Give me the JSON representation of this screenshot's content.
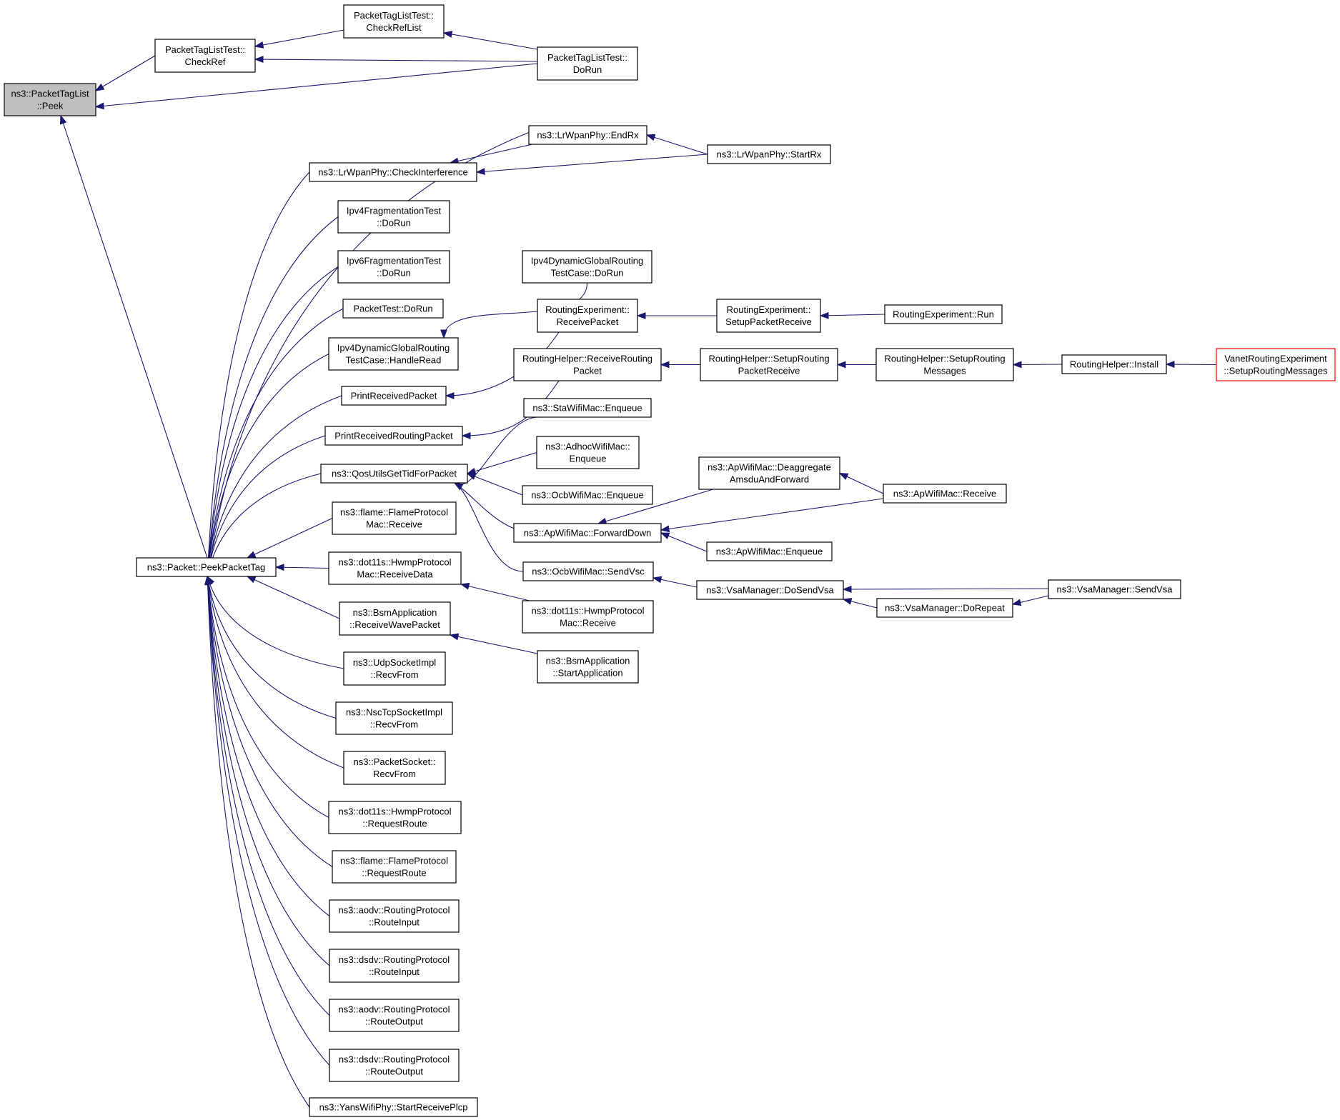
{
  "graph": {
    "type": "caller-graph",
    "colors": {
      "edge": "#191970",
      "node_border": "#000000",
      "root_fill": "#bfbfbf",
      "truncated_border": "#ff0000"
    },
    "nodes": [
      {
        "id": "peek",
        "lines": [
          "ns3::PacketTagList",
          "::Peek"
        ],
        "root": true
      },
      {
        "id": "checkref",
        "lines": [
          "PacketTagListTest::",
          "CheckRef"
        ]
      },
      {
        "id": "checkreflist",
        "lines": [
          "PacketTagListTest::",
          "CheckRefList"
        ]
      },
      {
        "id": "ptltdorun",
        "lines": [
          "PacketTagListTest::",
          "DoRun"
        ]
      },
      {
        "id": "endrx",
        "lines": [
          "ns3::LrWpanPhy::EndRx"
        ]
      },
      {
        "id": "startrx",
        "lines": [
          "ns3::LrWpanPhy::StartRx"
        ]
      },
      {
        "id": "checkinterference",
        "lines": [
          "ns3::LrWpanPhy::CheckInterference"
        ]
      },
      {
        "id": "ipv4frag",
        "lines": [
          "Ipv4FragmentationTest",
          "::DoRun"
        ]
      },
      {
        "id": "ipv6frag",
        "lines": [
          "Ipv6FragmentationTest",
          "::DoRun"
        ]
      },
      {
        "id": "packettest",
        "lines": [
          "PacketTest::DoRun"
        ]
      },
      {
        "id": "ipv4dynhandle",
        "lines": [
          "Ipv4DynamicGlobalRouting",
          "TestCase::HandleRead"
        ]
      },
      {
        "id": "ipv4dyndorun",
        "lines": [
          "Ipv4DynamicGlobalRouting",
          "TestCase::DoRun"
        ]
      },
      {
        "id": "printrecv",
        "lines": [
          "PrintReceivedPacket"
        ]
      },
      {
        "id": "rexprecv",
        "lines": [
          "RoutingExperiment::",
          "ReceivePacket"
        ]
      },
      {
        "id": "rexpsetup",
        "lines": [
          "RoutingExperiment::",
          "SetupPacketReceive"
        ]
      },
      {
        "id": "rexprun",
        "lines": [
          "RoutingExperiment::Run"
        ]
      },
      {
        "id": "printrouting",
        "lines": [
          "PrintReceivedRoutingPacket"
        ]
      },
      {
        "id": "rhrecv",
        "lines": [
          "RoutingHelper::ReceiveRouting",
          "Packet"
        ]
      },
      {
        "id": "rhsetuprecv",
        "lines": [
          "RoutingHelper::SetupRouting",
          "PacketReceive"
        ]
      },
      {
        "id": "rhsetupmsg",
        "lines": [
          "RoutingHelper::SetupRouting",
          "Messages"
        ]
      },
      {
        "id": "rhinstall",
        "lines": [
          "RoutingHelper::Install"
        ]
      },
      {
        "id": "vanet",
        "lines": [
          "VanetRoutingExperiment",
          "::SetupRoutingMessages"
        ],
        "truncated": true
      },
      {
        "id": "qosutils",
        "lines": [
          "ns3::QosUtilsGetTidForPacket"
        ]
      },
      {
        "id": "stawifi",
        "lines": [
          "ns3::StaWifiMac::Enqueue"
        ]
      },
      {
        "id": "adhocwifi",
        "lines": [
          "ns3::AdhocWifiMac::",
          "Enqueue"
        ]
      },
      {
        "id": "ocbenq",
        "lines": [
          "ns3::OcbWifiMac::Enqueue"
        ]
      },
      {
        "id": "apfwd",
        "lines": [
          "ns3::ApWifiMac::ForwardDown"
        ]
      },
      {
        "id": "apdeagg",
        "lines": [
          "ns3::ApWifiMac::Deaggregate",
          "AmsduAndForward"
        ]
      },
      {
        "id": "aprecv",
        "lines": [
          "ns3::ApWifiMac::Receive"
        ]
      },
      {
        "id": "apenq",
        "lines": [
          "ns3::ApWifiMac::Enqueue"
        ]
      },
      {
        "id": "ocbsendvsc",
        "lines": [
          "ns3::OcbWifiMac::SendVsc"
        ]
      },
      {
        "id": "vsadosend",
        "lines": [
          "ns3::VsaManager::DoSendVsa"
        ]
      },
      {
        "id": "vsarepeat",
        "lines": [
          "ns3::VsaManager::DoRepeat"
        ]
      },
      {
        "id": "vsasend",
        "lines": [
          "ns3::VsaManager::SendVsa"
        ]
      },
      {
        "id": "flamerecv",
        "lines": [
          "ns3::flame::FlameProtocol",
          "Mac::Receive"
        ]
      },
      {
        "id": "hwmprecvdata",
        "lines": [
          "ns3::dot11s::HwmpProtocol",
          "Mac::ReceiveData"
        ]
      },
      {
        "id": "hwmprecv",
        "lines": [
          "ns3::dot11s::HwmpProtocol",
          "Mac::Receive"
        ]
      },
      {
        "id": "bsmrecv",
        "lines": [
          "ns3::BsmApplication",
          "::ReceiveWavePacket"
        ]
      },
      {
        "id": "bsmstart",
        "lines": [
          "ns3::BsmApplication",
          "::StartApplication"
        ]
      },
      {
        "id": "udprecv",
        "lines": [
          "ns3::UdpSocketImpl",
          "::RecvFrom"
        ]
      },
      {
        "id": "nscrecv",
        "lines": [
          "ns3::NscTcpSocketImpl",
          "::RecvFrom"
        ]
      },
      {
        "id": "pktsockrecv",
        "lines": [
          "ns3::PacketSocket::",
          "RecvFrom"
        ]
      },
      {
        "id": "hwmpreq",
        "lines": [
          "ns3::dot11s::HwmpProtocol",
          "::RequestRoute"
        ]
      },
      {
        "id": "flamereq",
        "lines": [
          "ns3::flame::FlameProtocol",
          "::RequestRoute"
        ]
      },
      {
        "id": "aodvin",
        "lines": [
          "ns3::aodv::RoutingProtocol",
          "::RouteInput"
        ]
      },
      {
        "id": "dsdvin",
        "lines": [
          "ns3::dsdv::RoutingProtocol",
          "::RouteInput"
        ]
      },
      {
        "id": "aodvout",
        "lines": [
          "ns3::aodv::RoutingProtocol",
          "::RouteOutput"
        ]
      },
      {
        "id": "dsdvout",
        "lines": [
          "ns3::dsdv::RoutingProtocol",
          "::RouteOutput"
        ]
      },
      {
        "id": "yans",
        "lines": [
          "ns3::YansWifiPhy::StartReceivePlcp"
        ]
      },
      {
        "id": "peekpackettag",
        "lines": [
          "ns3::Packet::PeekPacketTag"
        ]
      }
    ],
    "edges": [
      {
        "from": "checkref",
        "to": "peek"
      },
      {
        "from": "ptltdorun",
        "to": "peek"
      },
      {
        "from": "peekpackettag",
        "to": "peek"
      },
      {
        "from": "checkreflist",
        "to": "checkref"
      },
      {
        "from": "ptltdorun",
        "to": "checkref"
      },
      {
        "from": "ptltdorun",
        "to": "checkreflist"
      },
      {
        "from": "startrx",
        "to": "endrx"
      },
      {
        "from": "endrx",
        "to": "checkinterference"
      },
      {
        "from": "startrx",
        "to": "checkinterference"
      },
      {
        "from": "ipv4dyndorun",
        "to": "ipv4dynhandle"
      },
      {
        "from": "rexprecv",
        "to": "printrecv"
      },
      {
        "from": "rexpsetup",
        "to": "rexprecv"
      },
      {
        "from": "rexprun",
        "to": "rexpsetup"
      },
      {
        "from": "rhrecv",
        "to": "printrouting"
      },
      {
        "from": "rhsetuprecv",
        "to": "rhrecv"
      },
      {
        "from": "rhsetupmsg",
        "to": "rhsetuprecv"
      },
      {
        "from": "rhinstall",
        "to": "rhsetupmsg"
      },
      {
        "from": "vanet",
        "to": "rhinstall"
      },
      {
        "from": "stawifi",
        "to": "qosutils"
      },
      {
        "from": "adhocwifi",
        "to": "qosutils"
      },
      {
        "from": "ocbenq",
        "to": "qosutils"
      },
      {
        "from": "apfwd",
        "to": "qosutils"
      },
      {
        "from": "ocbsendvsc",
        "to": "qosutils"
      },
      {
        "from": "apdeagg",
        "to": "apfwd"
      },
      {
        "from": "aprecv",
        "to": "apfwd"
      },
      {
        "from": "apenq",
        "to": "apfwd"
      },
      {
        "from": "aprecv",
        "to": "apdeagg"
      },
      {
        "from": "vsadosend",
        "to": "ocbsendvsc"
      },
      {
        "from": "vsasend",
        "to": "vsadosend"
      },
      {
        "from": "vsarepeat",
        "to": "vsadosend"
      },
      {
        "from": "vsasend",
        "to": "vsarepeat"
      },
      {
        "from": "hwmprecv",
        "to": "hwmprecvdata"
      },
      {
        "from": "bsmstart",
        "to": "bsmrecv"
      },
      {
        "from": "endrx",
        "to": "peekpackettag"
      },
      {
        "from": "checkinterference",
        "to": "peekpackettag"
      },
      {
        "from": "ipv4frag",
        "to": "peekpackettag"
      },
      {
        "from": "ipv6frag",
        "to": "peekpackettag"
      },
      {
        "from": "packettest",
        "to": "peekpackettag"
      },
      {
        "from": "ipv4dynhandle",
        "to": "peekpackettag"
      },
      {
        "from": "printrecv",
        "to": "peekpackettag"
      },
      {
        "from": "printrouting",
        "to": "peekpackettag"
      },
      {
        "from": "qosutils",
        "to": "peekpackettag"
      },
      {
        "from": "flamerecv",
        "to": "peekpackettag"
      },
      {
        "from": "hwmprecvdata",
        "to": "peekpackettag"
      },
      {
        "from": "bsmrecv",
        "to": "peekpackettag"
      },
      {
        "from": "udprecv",
        "to": "peekpackettag"
      },
      {
        "from": "nscrecv",
        "to": "peekpackettag"
      },
      {
        "from": "pktsockrecv",
        "to": "peekpackettag"
      },
      {
        "from": "hwmpreq",
        "to": "peekpackettag"
      },
      {
        "from": "flamereq",
        "to": "peekpackettag"
      },
      {
        "from": "aodvin",
        "to": "peekpackettag"
      },
      {
        "from": "dsdvin",
        "to": "peekpackettag"
      },
      {
        "from": "aodvout",
        "to": "peekpackettag"
      },
      {
        "from": "dsdvout",
        "to": "peekpackettag"
      },
      {
        "from": "yans",
        "to": "peekpackettag"
      }
    ]
  }
}
